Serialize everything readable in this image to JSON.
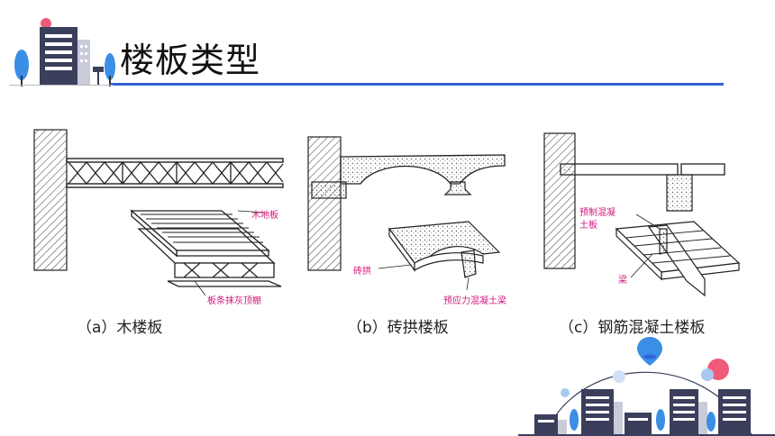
{
  "slide": {
    "title": "楼板类型",
    "captions": {
      "a": "（a）木楼板",
      "b": "（b）砖拱楼板",
      "c": "（c）钢筋混凝土楼板"
    }
  },
  "figures": {
    "wood": {
      "labels": {
        "floor_board": "木地板",
        "ceiling": "板条抹灰顶棚"
      }
    },
    "brick": {
      "labels": {
        "brick_arch": "砖拱",
        "beam": "预应力混凝土梁"
      }
    },
    "rc": {
      "labels": {
        "slab": "预制混凝土板",
        "beam": "梁"
      }
    }
  },
  "colors": {
    "accent": "#2f63d6",
    "label": "#d0187a",
    "pin": "#3a8ee6",
    "sun": "#f05a7a"
  }
}
